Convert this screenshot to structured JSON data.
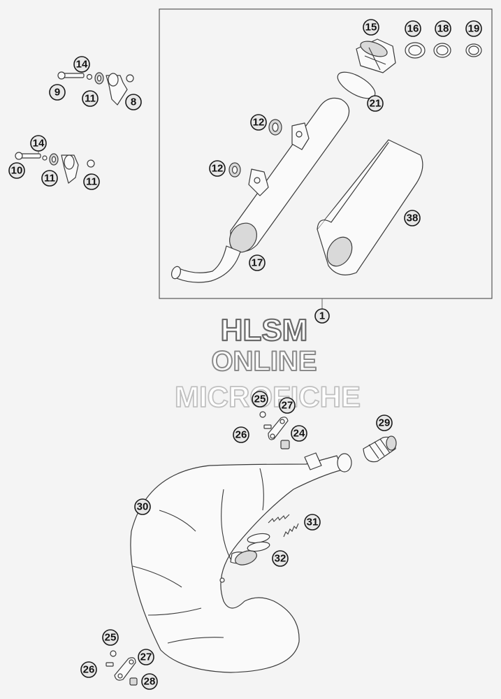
{
  "watermark": {
    "line1": "HLSM",
    "line2": "ONLINE",
    "line3": "MICROFICHE"
  },
  "callouts": {
    "p1": "1",
    "p8": "8",
    "p9": "9",
    "p10": "10",
    "p11a": "11",
    "p11b": "11",
    "p11c": "11",
    "p12a": "12",
    "p12b": "12",
    "p14a": "14",
    "p14b": "14",
    "p15": "15",
    "p16": "16",
    "p17": "17",
    "p18": "18",
    "p19": "19",
    "p21": "21",
    "p24": "24",
    "p25a": "25",
    "p25b": "25",
    "p26a": "26",
    "p26b": "26",
    "p27a": "27",
    "p27b": "27",
    "p28": "28",
    "p29": "29",
    "p30": "30",
    "p31": "31",
    "p32": "32",
    "p38": "38"
  },
  "colors": {
    "background": "#f4f4f4",
    "line": "#3a3a3a",
    "watermark_fill": "#ffffff",
    "watermark_stroke": "#8a8a8a"
  }
}
